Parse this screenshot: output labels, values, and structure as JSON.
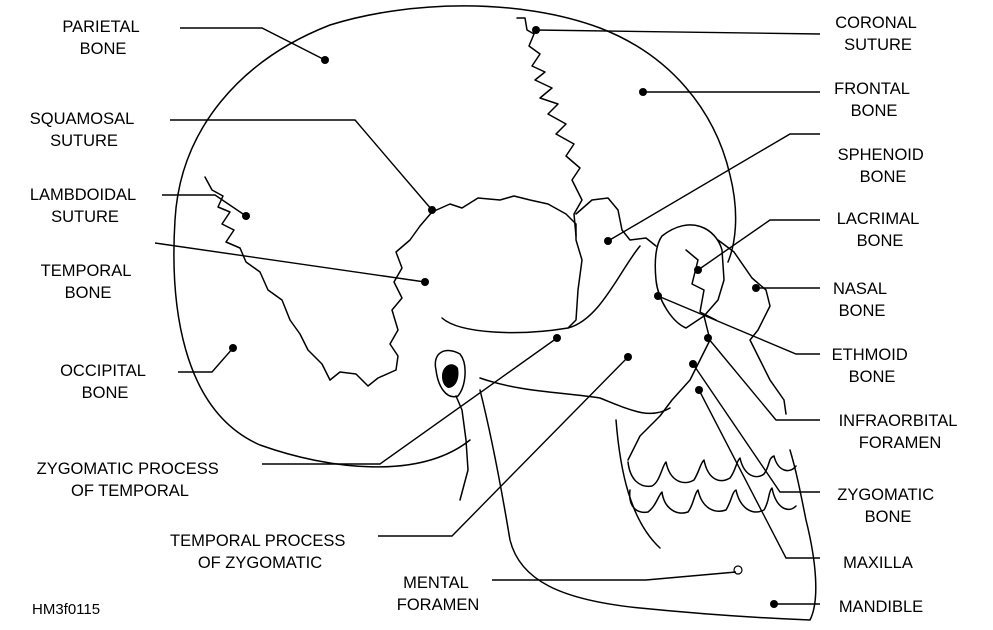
{
  "figure_id": "HM3f0115",
  "labels": {
    "parietal": [
      "PARIETAL",
      "BONE"
    ],
    "squamosal": [
      "SQUAMOSAL",
      "SUTURE"
    ],
    "lambdoidal": [
      "LAMBDOIDAL",
      "SUTURE"
    ],
    "temporal": [
      "TEMPORAL",
      "BONE"
    ],
    "occipital": [
      "OCCIPITAL",
      "BONE"
    ],
    "zygomatic_process": [
      "ZYGOMATIC PROCESS",
      "OF TEMPORAL"
    ],
    "temporal_process": [
      "TEMPORAL PROCESS",
      "OF ZYGOMATIC"
    ],
    "mental_foramen": [
      "MENTAL",
      "FORAMEN"
    ],
    "coronal": [
      "CORONAL",
      "SUTURE"
    ],
    "frontal": [
      "FRONTAL",
      "BONE"
    ],
    "sphenoid": [
      "SPHENOID",
      "BONE"
    ],
    "lacrimal": [
      "LACRIMAL",
      "BONE"
    ],
    "nasal": [
      "NASAL",
      "BONE"
    ],
    "ethmoid": [
      "ETHMOID",
      "BONE"
    ],
    "infraorbital": [
      "INFRAORBITAL",
      "FORAMEN"
    ],
    "zygomatic": [
      "ZYGOMATIC",
      "BONE"
    ],
    "maxilla": [
      "MAXILLA"
    ],
    "mandible": [
      "MANDIBLE"
    ]
  }
}
